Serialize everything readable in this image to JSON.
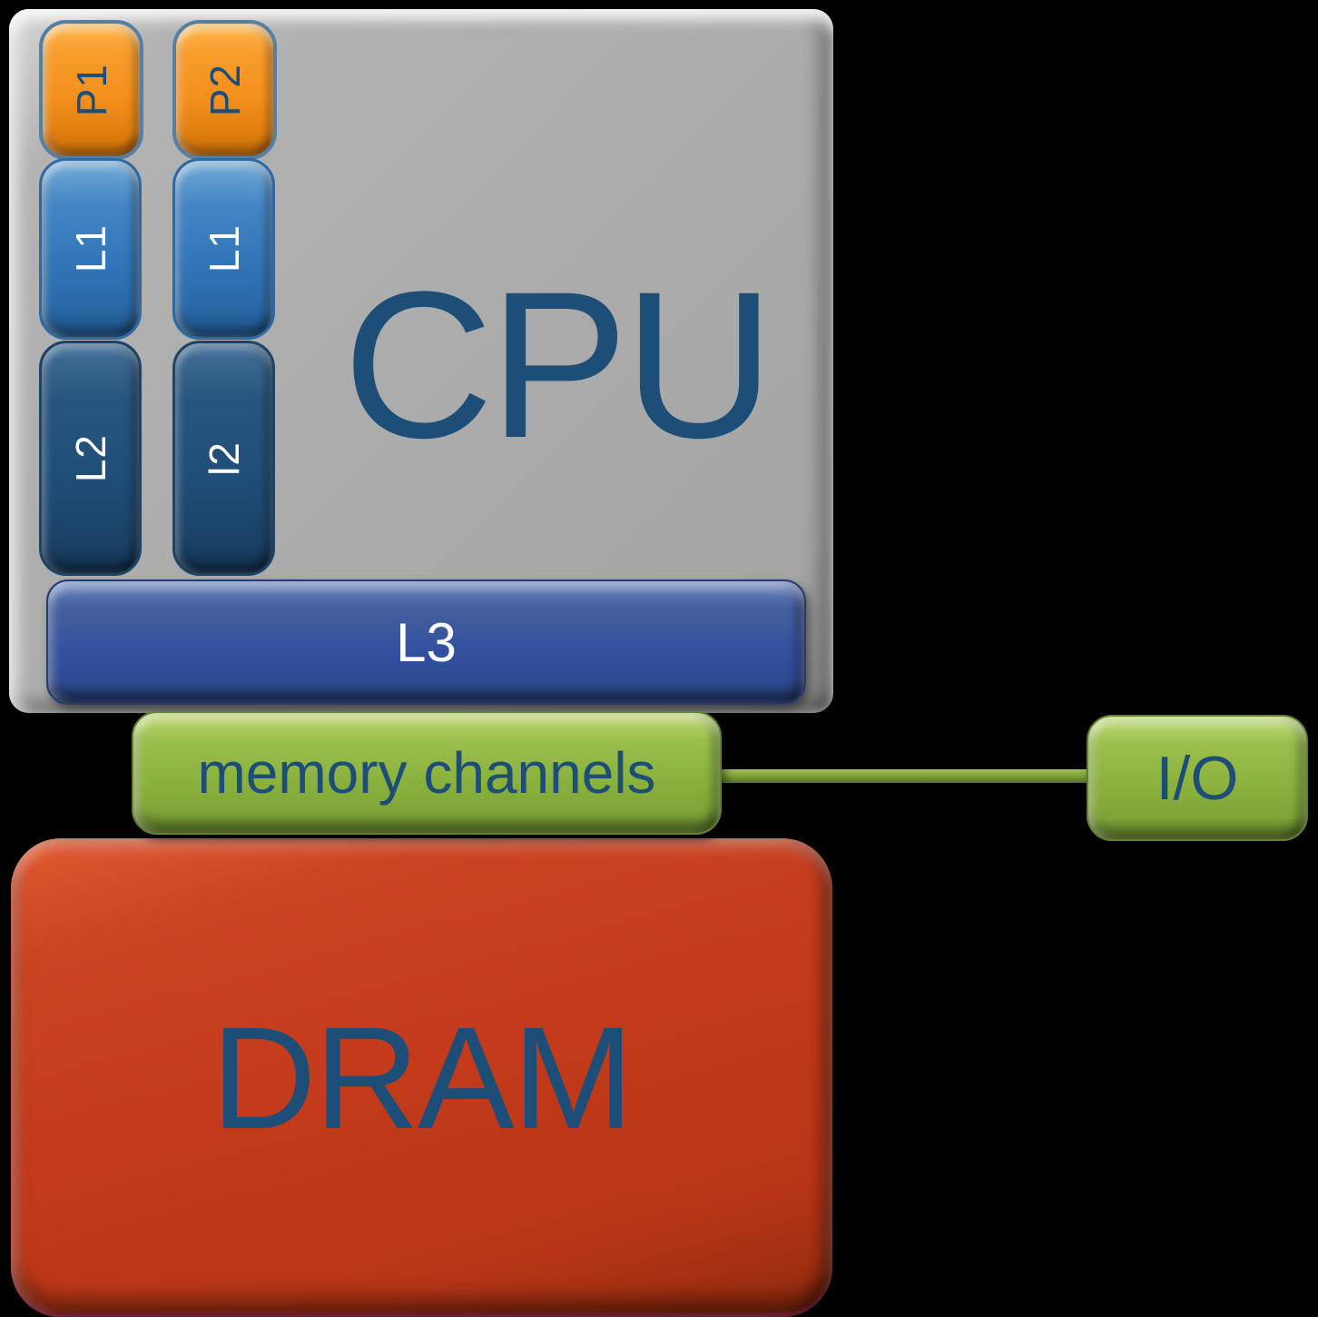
{
  "title": "CPU memory hierarchy diagram",
  "background_color": "#000000",
  "text_color": "#1C4E77",
  "cpu": {
    "label": "CPU",
    "package_color": "#ACACAC",
    "processor_color": "#F5901C",
    "l1_color": "#3277BA",
    "l2_color": "#1F4E79",
    "cores": [
      {
        "processor": "P1",
        "l1": "L1",
        "l2": "L2"
      },
      {
        "processor": "P2",
        "l1": "L1",
        "l2": "l2"
      }
    ],
    "l3": {
      "label": "L3",
      "color": "#33509E"
    }
  },
  "memory_channels": {
    "label": "memory channels",
    "color": "#8AB13D"
  },
  "io": {
    "label": "I/O",
    "color": "#8AB13D"
  },
  "dram": {
    "label": "DRAM",
    "color": "#C23A1A"
  },
  "connector": {
    "from": "memory channels",
    "to": "I/O",
    "color": "#7A9C33"
  }
}
